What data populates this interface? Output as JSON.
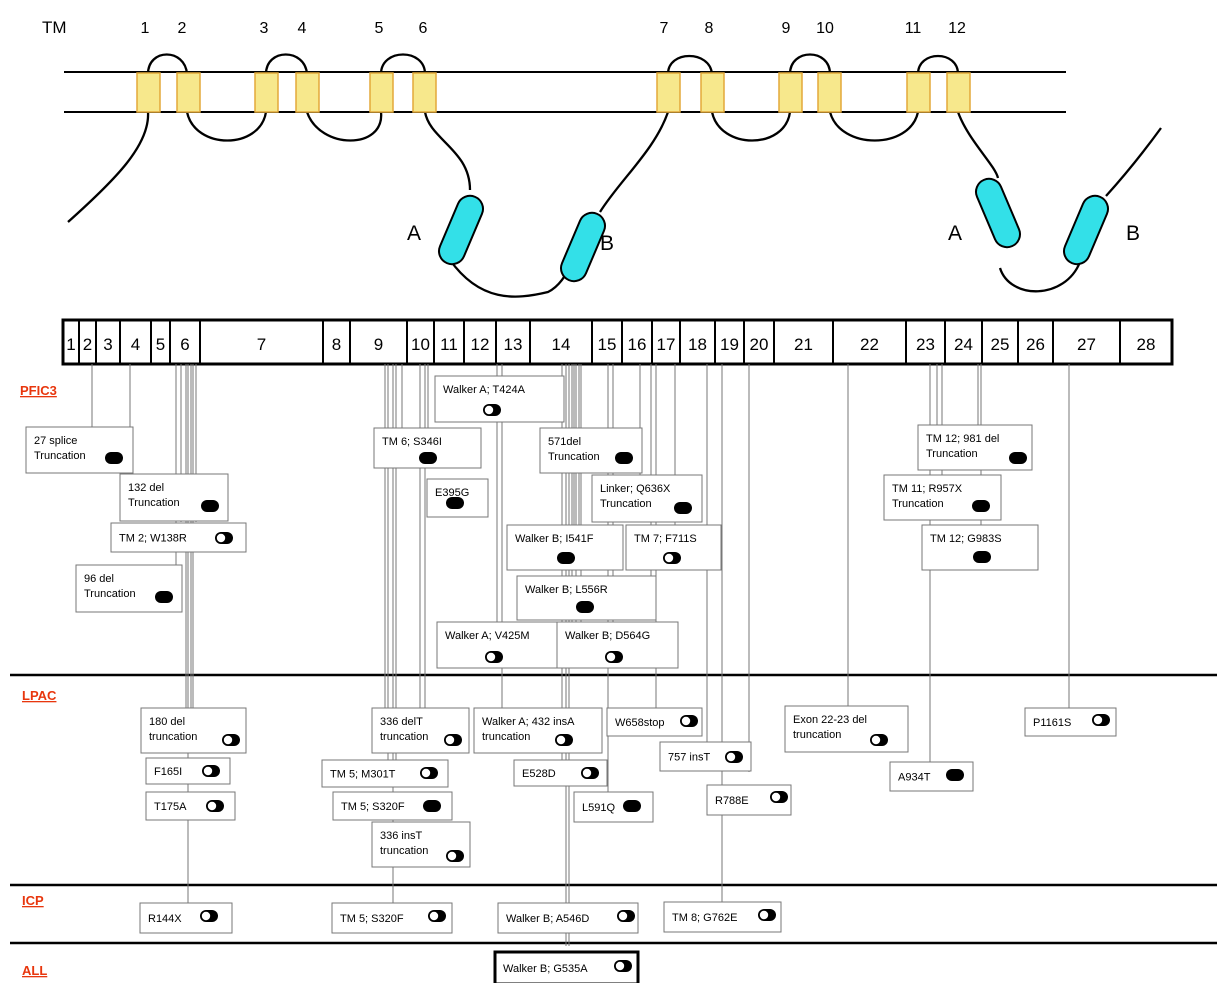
{
  "topology": {
    "tm_header": "TM",
    "tm_numbers": [
      "1",
      "2",
      "3",
      "4",
      "5",
      "6",
      "7",
      "8",
      "9",
      "10",
      "11",
      "12"
    ],
    "domains": [
      "A",
      "B",
      "A",
      "B"
    ],
    "colors": {
      "tm": "#f7e88c",
      "tm_edge": "#e3a93a",
      "domain": "#33e0e8"
    }
  },
  "exons": [
    "1",
    "2",
    "3",
    "4",
    "5",
    "6",
    "7",
    "8",
    "9",
    "10",
    "11",
    "12",
    "13",
    "14",
    "15",
    "16",
    "17",
    "18",
    "19",
    "20",
    "21",
    "22",
    "23",
    "24",
    "25",
    "26",
    "27",
    "28"
  ],
  "categories": {
    "pfic3": "PFIC3",
    "lpac": "LPAC",
    "icp": "ICP",
    "all": "ALL"
  },
  "mutations": {
    "m27splice": [
      "27 splice",
      "Truncation"
    ],
    "m132del": [
      "132 del",
      "Truncation"
    ],
    "mW138R": [
      "TM 2; W138R"
    ],
    "m96del": [
      "96 del",
      "Truncation"
    ],
    "mS346I": [
      "TM 6; S346I"
    ],
    "mE395G": [
      "E395G"
    ],
    "mT424A": [
      "Walker A; T424A"
    ],
    "m571del": [
      "571del",
      "Truncation"
    ],
    "mQ636X": [
      "Linker; Q636X",
      "Truncation"
    ],
    "mI541F": [
      "Walker B; I541F"
    ],
    "mF711S": [
      "TM 7; F711S"
    ],
    "mL556R": [
      "Walker B; L556R"
    ],
    "mV425M": [
      "Walker A; V425M"
    ],
    "mD564G": [
      "Walker B; D564G"
    ],
    "m981del": [
      "TM 12; 981 del",
      "Truncation"
    ],
    "mR957X": [
      "TM 11; R957X",
      "Truncation"
    ],
    "mG983S": [
      "TM 12; G983S"
    ],
    "m180del": [
      "180 del",
      "truncation"
    ],
    "mF165I": [
      "F165I"
    ],
    "mT175A": [
      "T175A"
    ],
    "m336delT": [
      "336 delT",
      "truncation"
    ],
    "mM301T": [
      "TM 5; M301T"
    ],
    "mS320F_lpac": [
      "TM 5; S320F"
    ],
    "m336insT": [
      "336 insT",
      "truncation"
    ],
    "m432insA": [
      "Walker A; 432 insA",
      "truncation"
    ],
    "mE528D": [
      "E528D"
    ],
    "mW658stop": [
      "W658stop"
    ],
    "mL591Q": [
      "L591Q"
    ],
    "m757insT": [
      "757 insT"
    ],
    "mR788E": [
      "R788E"
    ],
    "mExon22": [
      "Exon 22-23 del",
      "truncation"
    ],
    "mA934T": [
      "A934T"
    ],
    "mP1161S": [
      "P1161S"
    ],
    "mR144X": [
      "R144X"
    ],
    "mS320F_icp": [
      "TM 5; S320F"
    ],
    "mA546D": [
      "Walker B; A546D"
    ],
    "mG762E": [
      "TM 8; G762E"
    ],
    "mG535A": [
      "Walker B; G535A"
    ]
  }
}
